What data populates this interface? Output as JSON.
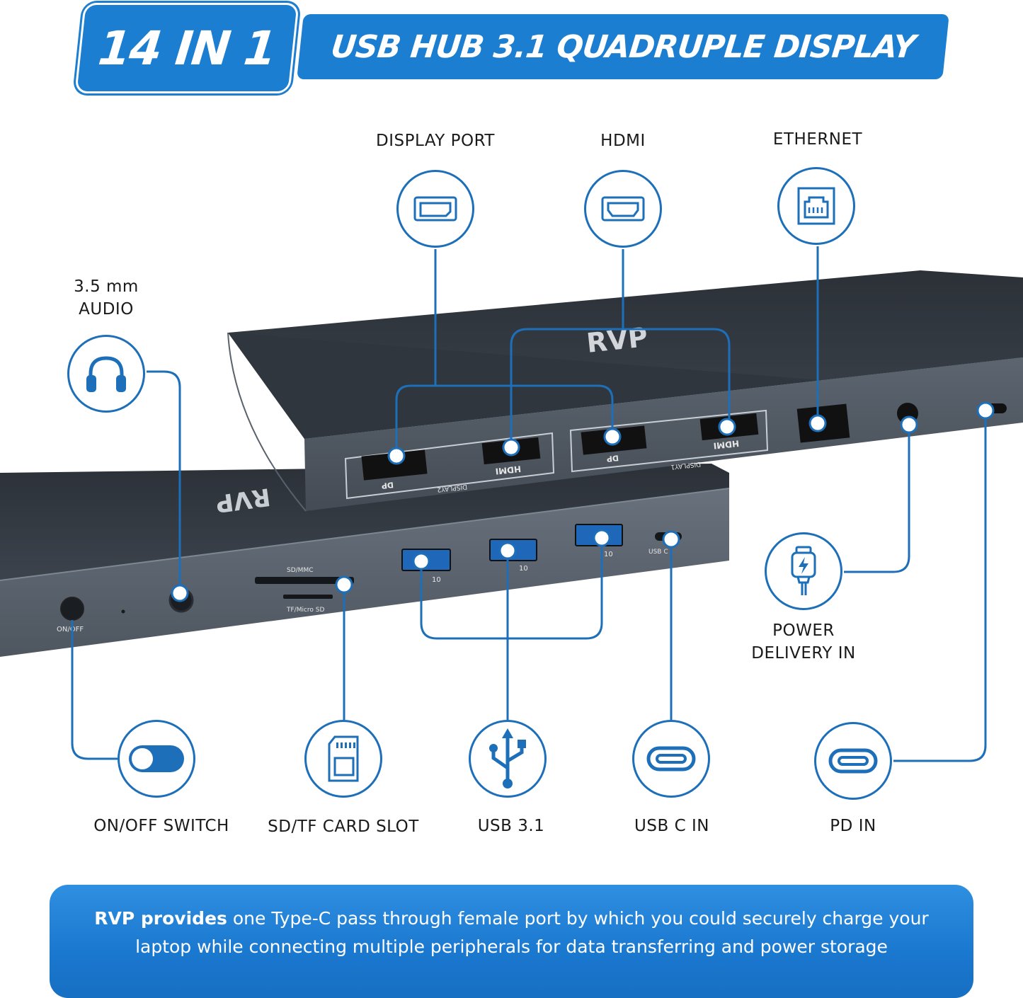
{
  "header": {
    "badge": "14 IN 1",
    "title": "USB HUB 3.1 QUADRUPLE DISPLAY"
  },
  "brand": "RVP",
  "device_marks": {
    "display2": "DISPLAY2",
    "display1": "DISPLAY1",
    "dp": "DP",
    "hdmi": "HDMI",
    "sd_mmc": "SD/MMC",
    "tf_micro_sd": "TF/Micro SD",
    "usb_10": "10",
    "usb_c": "USB C",
    "on_off": "ON/OFF"
  },
  "ports": {
    "display_port": "DISPLAY PORT",
    "hdmi": "HDMI",
    "ethernet": "ETHERNET",
    "audio_line1": "3.5 mm",
    "audio_line2": "AUDIO",
    "power_line1": "POWER",
    "power_line2": "DELIVERY IN",
    "on_off_switch": "ON/OFF SWITCH",
    "card_slot": "SD/TF CARD SLOT",
    "usb31": "USB 3.1",
    "usb_c_in": "USB C IN",
    "pd_in": "PD IN"
  },
  "icons": {
    "display_port": "display-port-icon",
    "hdmi": "hdmi-icon",
    "ethernet": "ethernet-icon",
    "audio": "headphones-icon",
    "power": "power-plug-icon",
    "switch": "toggle-switch-icon",
    "card": "sd-card-icon",
    "usb": "usb-icon",
    "usb_c": "usb-c-icon",
    "pd": "usb-c-icon"
  },
  "colors": {
    "accent": "#1c7ed0",
    "line": "#1c6fb8",
    "device": "#3a414a"
  },
  "info": {
    "bold": "RVP provides",
    "text": " one Type-C pass through female port by which you could securely charge your laptop while connecting multiple peripherals for data transferring and power storage"
  }
}
